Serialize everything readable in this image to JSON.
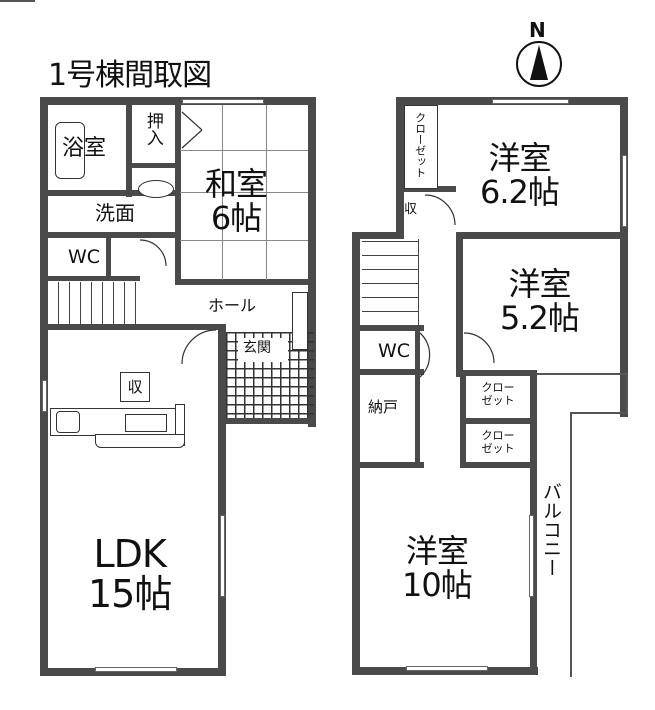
{
  "title": "1号棟間取図",
  "compass": {
    "label": "N"
  },
  "floor1": {
    "rooms": {
      "bath": "浴室",
      "closet_oshiire": "押入",
      "washroom": "洗面",
      "japanese_room": {
        "name": "和室",
        "size": "6帖"
      },
      "wc": "WC",
      "hall": "ホール",
      "entrance": "玄関",
      "storage": "収",
      "ldk": {
        "name": "LDK",
        "size": "15帖"
      }
    }
  },
  "floor2": {
    "rooms": {
      "closet_top": "クローゼット",
      "western_room_1": {
        "name": "洋室",
        "size": "6.2帖"
      },
      "storage": "収",
      "western_room_2": {
        "name": "洋室",
        "size": "5.2帖"
      },
      "wc": "WC",
      "nando": "納戸",
      "closet_a": {
        "line1": "クロー",
        "line2": "ゼット"
      },
      "closet_b": {
        "line1": "クロー",
        "line2": "ゼット"
      },
      "western_room_3": {
        "name": "洋室",
        "size": "10帖"
      },
      "balcony": "バルコニー"
    }
  }
}
